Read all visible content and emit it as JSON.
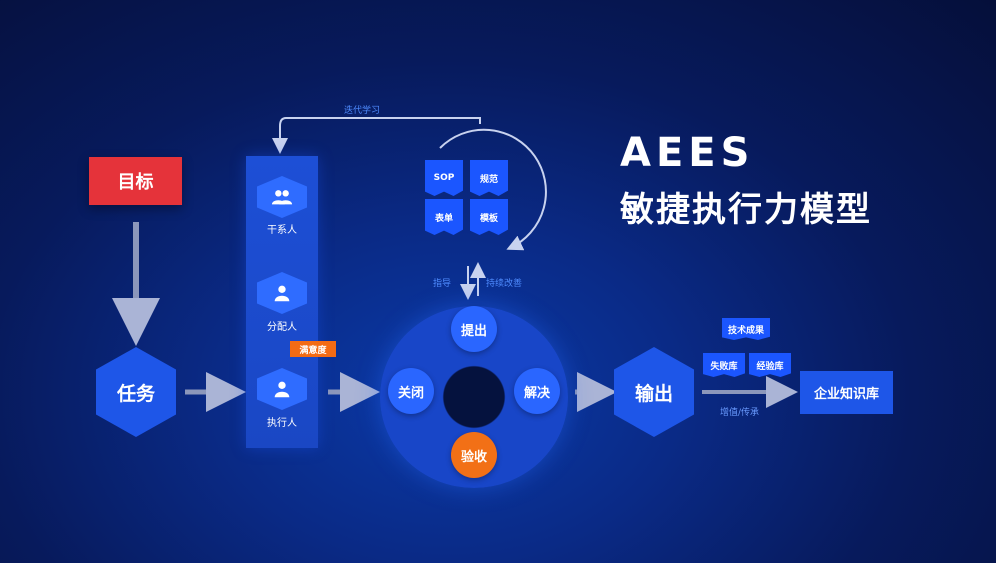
{
  "title": {
    "main": "AEES",
    "sub": "敏捷执行力模型"
  },
  "goal": "目标",
  "task": "任务",
  "roles": [
    {
      "label": "干系人",
      "icon": "group-icon"
    },
    {
      "label": "分配人",
      "icon": "person-icon"
    },
    {
      "label": "执行人",
      "icon": "person-icon"
    }
  ],
  "satisfaction_badge": "满意度",
  "iteration_label": "迭代学习",
  "docs": [
    "SOP",
    "规范",
    "表单",
    "模板"
  ],
  "guide_label": "指导",
  "improve_label": "持续改善",
  "cycle": {
    "propose": "提出",
    "solve": "解决",
    "accept": "验收",
    "close": "关闭"
  },
  "output": "输出",
  "knowledge": {
    "tech": "技术成果",
    "failure": "失败库",
    "experience": "经验库",
    "base": "企业知识库"
  },
  "value_label": "增值/传承",
  "colors": {
    "accent": "#1e56e8",
    "goal": "#e5333a",
    "orange": "#f27016",
    "background": "#071a5c"
  }
}
